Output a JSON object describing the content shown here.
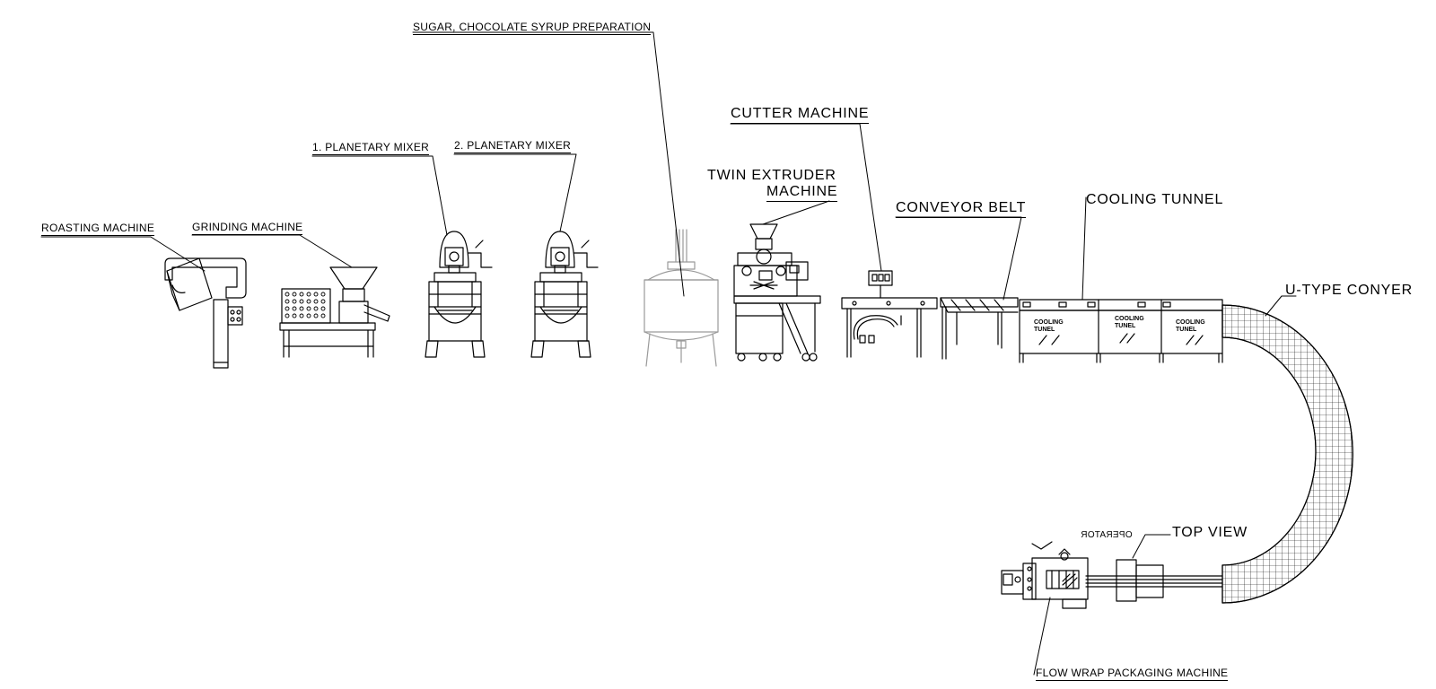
{
  "diagram": {
    "labels": {
      "roasting": "ROASTING MACHINE",
      "grinding": "GRINDING MACHINE",
      "mixer1": "1. PLANETARY MIXER",
      "mixer2": "2. PLANETARY MIXER",
      "syrup": "SUGAR, CHOCOLATE SYRUP PREPARATION",
      "cutter": "CUTTER MACHINE",
      "extruder_line1": "TWIN EXTRUDER",
      "extruder_line2": "MACHINE",
      "conveyor": "CONVEYOR BELT",
      "cooling": "COOLING TUNNEL",
      "utype": "U-TYPE CONYER",
      "topview": "TOP VIEW",
      "operator": "OPERATOR",
      "flowwrap": "FLOW WRAP PACKAGING MACHINE"
    },
    "tunnel_sections": [
      {
        "line1": "COOLING",
        "line2": "TUNEL"
      },
      {
        "line1": "COOLING",
        "line2": "TUNEL"
      },
      {
        "line1": "COOLING",
        "line2": "TUNEL"
      }
    ],
    "colors": {
      "ink": "#000000",
      "background": "#ffffff"
    }
  }
}
